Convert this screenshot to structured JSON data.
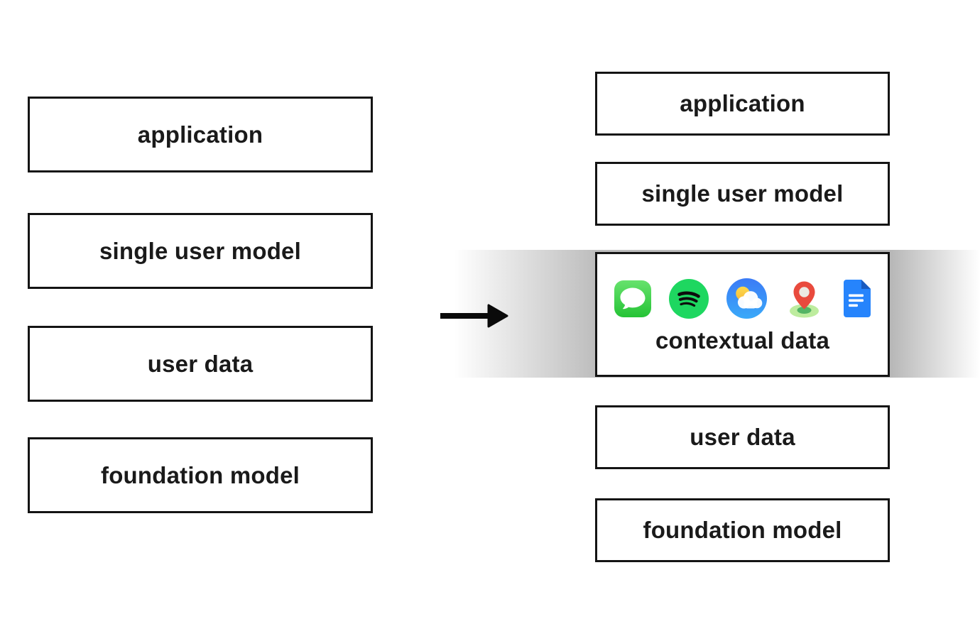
{
  "diagram": {
    "left_stack": {
      "boxes": [
        {
          "label": "application"
        },
        {
          "label": "single user model"
        },
        {
          "label": "user data"
        },
        {
          "label": "foundation model"
        }
      ]
    },
    "arrow": {
      "type": "right-arrow"
    },
    "right_stack": {
      "boxes_above": [
        {
          "label": "application"
        },
        {
          "label": "single user model"
        }
      ],
      "contextual_box": {
        "label": "contextual data",
        "icons": [
          {
            "name": "messages-icon"
          },
          {
            "name": "spotify-icon"
          },
          {
            "name": "weather-icon"
          },
          {
            "name": "maps-pin-icon"
          },
          {
            "name": "docs-icon"
          }
        ]
      },
      "boxes_below": [
        {
          "label": "user data"
        },
        {
          "label": "foundation model"
        }
      ]
    },
    "colors": {
      "background": "#ffffff",
      "box_border": "#141414",
      "text": "#1a1a1a",
      "band_gray": "#b7b7b7",
      "arrow_black": "#0a0a0a",
      "messages_green_top": "#67e26d",
      "messages_green_bottom": "#25c335",
      "spotify_green": "#1ed760",
      "spotify_marks": "#0d0d0d",
      "weather_blue_top": "#3b7bf6",
      "weather_blue_bottom": "#3aa9f9",
      "weather_sun": "#fccf42",
      "maps_pin_red": "#e94a3d",
      "maps_pin_hole": "#ece9e3",
      "maps_ellipse_light": "#bdec9e",
      "maps_ellipse_dark": "#54b465",
      "docs_blue": "#2684fc",
      "docs_fold": "#1a5bbf"
    }
  }
}
